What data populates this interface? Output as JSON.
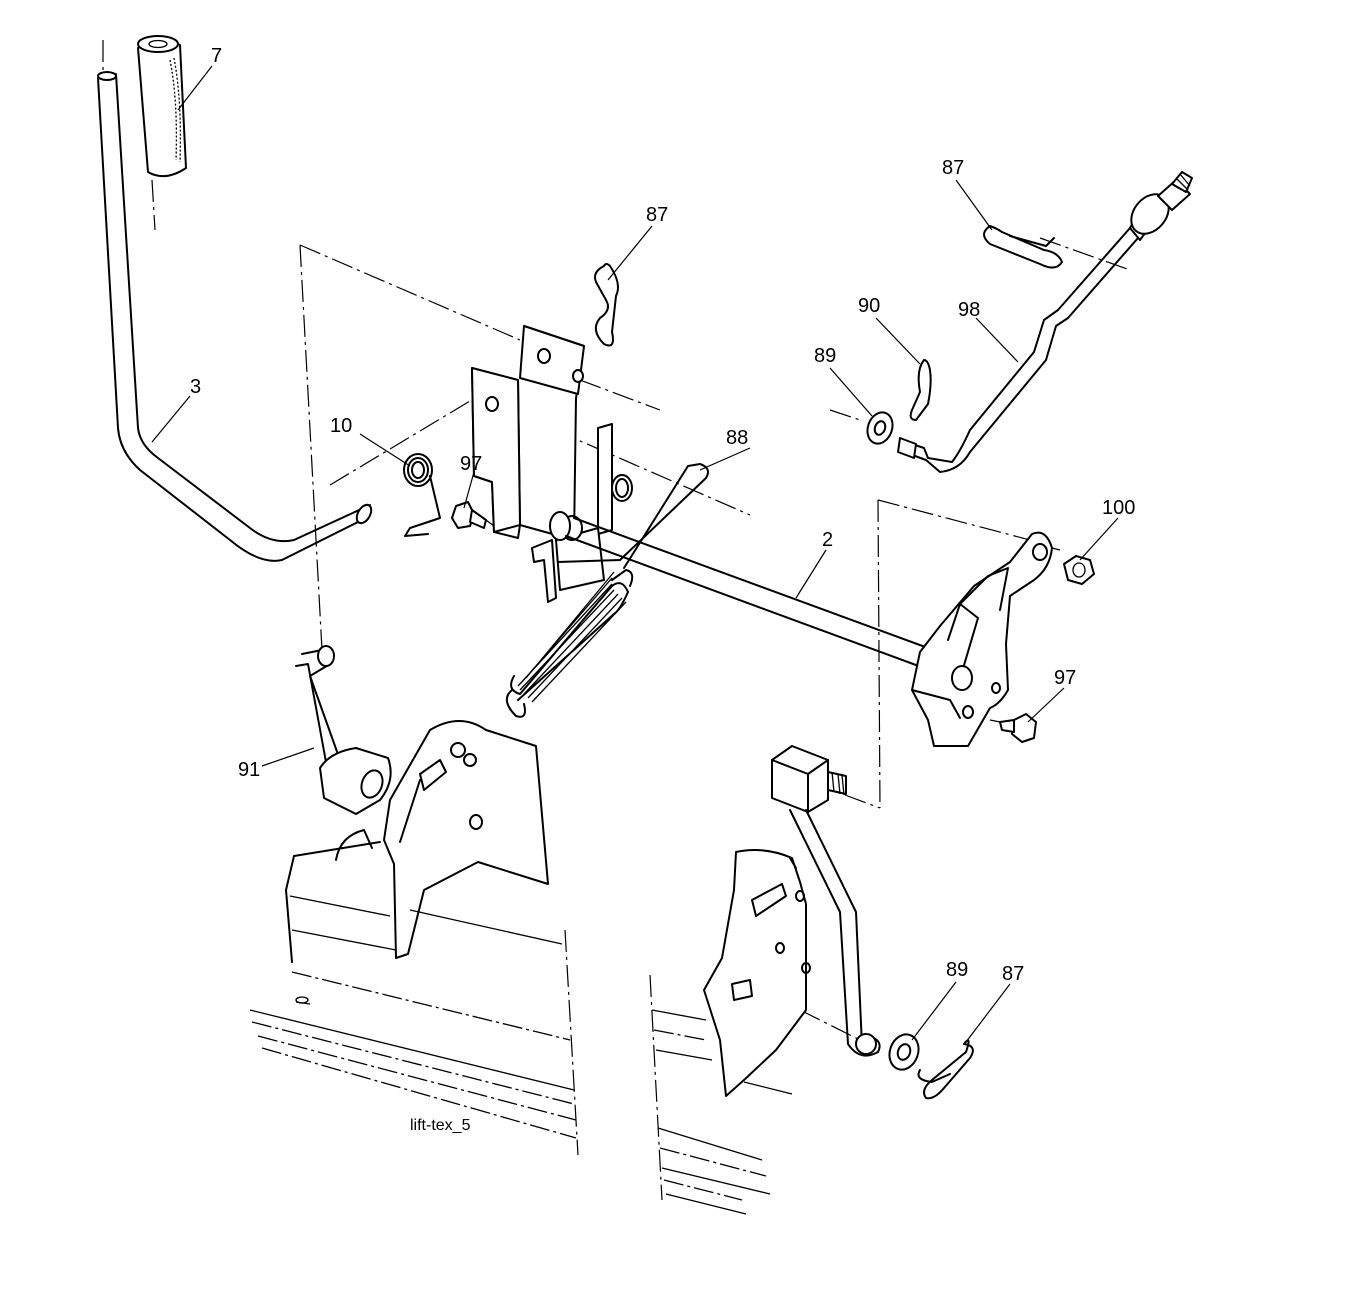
{
  "diagram": {
    "caption": "lift-tex_5",
    "callouts": {
      "c7": "7",
      "c3": "3",
      "c10": "10",
      "c97a": "97",
      "c87a": "87",
      "c88": "88",
      "c87b": "87",
      "c90": "90",
      "c98": "98",
      "c89a": "89",
      "c100": "100",
      "c2": "2",
      "c97b": "97",
      "c91": "91",
      "c89b": "89",
      "c87c": "87"
    }
  }
}
